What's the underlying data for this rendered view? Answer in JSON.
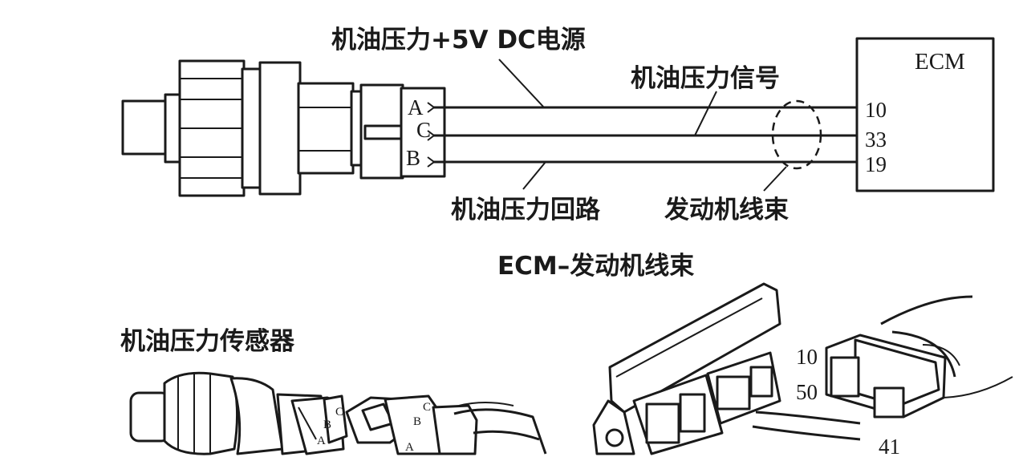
{
  "labels": {
    "power": "机油压力+5V DC电源",
    "signal": "机油压力信号",
    "return": "机油压力回路",
    "harness": "发动机线束",
    "ecm_harness": "ECM–发动机线束",
    "sensor": "机油压力传感器"
  },
  "ecm": {
    "title": "ECM",
    "pins": [
      "10",
      "33",
      "19"
    ]
  },
  "connector_pins": [
    "A",
    "C",
    "B"
  ],
  "photo_labels": {
    "sensor_pins": [
      "C",
      "B",
      "A"
    ],
    "plug_pins": [
      "C",
      "B",
      "A"
    ],
    "ecm_pins": [
      "10",
      "50",
      "41"
    ]
  },
  "colors": {
    "ink": "#1a1a1a",
    "background": "#ffffff"
  }
}
